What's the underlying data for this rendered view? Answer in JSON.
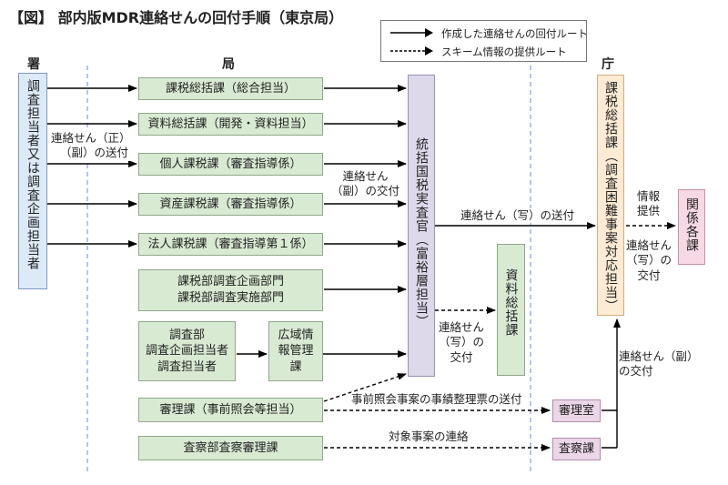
{
  "title": "【図】 部内版MDR連絡せんの回付手順（東京局）",
  "legend": {
    "solid": "作成した連絡せんの回付ルート",
    "dashed": "スキーム情報の提供ルート"
  },
  "columns": {
    "sho": "署",
    "kyoku": "局",
    "cho": "庁"
  },
  "nodes": {
    "sho_box": "調査担当者又は調査企画担当者",
    "kazei_soukatsu": "課税総括課（総合担当）",
    "shiryou_soukatsu": "資料総括課（開発・資料担当）",
    "kojin": "個人課税課（審査指導係）",
    "shisan": "資産課税課（審査指導係）",
    "houjin": "法人課税課（審査指導第１係）",
    "kazeibu_line1": "課税部調査企画部門",
    "kazeibu_line2": "課税部調査実施部門",
    "chousabu_line1": "調査部",
    "chousabu_line2": "調査企画担当者",
    "chousabu_line3": "調査担当者",
    "kouiki": "広域情報管理課",
    "shinri": "審理課（事前照会等担当）",
    "sasatsu": "査察部査察審理課",
    "toukatsu": "統括国税実査官（富裕層担当）",
    "shiryou_soukatsu_v": "資料総括課",
    "cho_kazei": "課税総括課（調査困難事案対応担当）",
    "kankei": "関係各課",
    "shinrishitsu": "審理室",
    "sasatsuka": "査察課"
  },
  "labels": {
    "fuku_soufu": [
      "連絡せん（正）",
      "（副）の送付"
    ],
    "fuku_koufu": [
      "連絡せん",
      "（副）の交付"
    ],
    "utsushi_soufu": "連絡せん（写）の送付",
    "utsushi_koufu_mid": [
      "連絡せん",
      "（写）の",
      "交付"
    ],
    "jouhou_teikyou": [
      "情報",
      "提供"
    ],
    "utsushi_koufu_right": [
      "連絡せん",
      "（写）の",
      "交付"
    ],
    "fuku_koufu_right": [
      "連絡せん（副）",
      "の交付"
    ],
    "jizen_shoukai": "事前照会事案の事績整理票の送付",
    "taishou_renraku": "対象事案の連絡"
  }
}
